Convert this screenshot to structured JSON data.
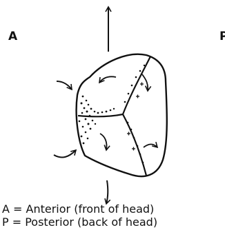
{
  "labels": {
    "anterior_letter": "A",
    "posterior_letter": "P"
  },
  "legend": {
    "line1": "A = Anterior (front of head)",
    "line2": "P = Posterior (back of head)"
  },
  "colors": {
    "ink": "#111111",
    "background": "#ffffff"
  }
}
